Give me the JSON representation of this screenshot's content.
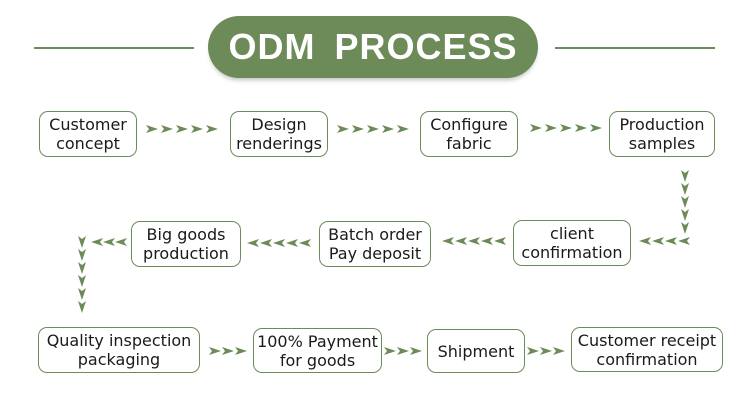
{
  "title": "ODM PROCESS",
  "colors": {
    "accent": "#6d8b59",
    "text": "#1a1a1a",
    "background": "#ffffff"
  },
  "steps": [
    {
      "label": "Customer\nconcept"
    },
    {
      "label": "Design\nrenderings"
    },
    {
      "label": "Configure\nfabric"
    },
    {
      "label": "Production\nsamples"
    },
    {
      "label": "client\nconfirmation"
    },
    {
      "label": "Batch order\nPay deposit"
    },
    {
      "label": "Big goods\nproduction"
    },
    {
      "label": "Quality inspection\npackaging"
    },
    {
      "label": "100% Payment\nfor goods"
    },
    {
      "label": "Shipment"
    },
    {
      "label": "Customer receipt\nconfirmation"
    }
  ],
  "arrow_icon": "arrowhead-icon"
}
